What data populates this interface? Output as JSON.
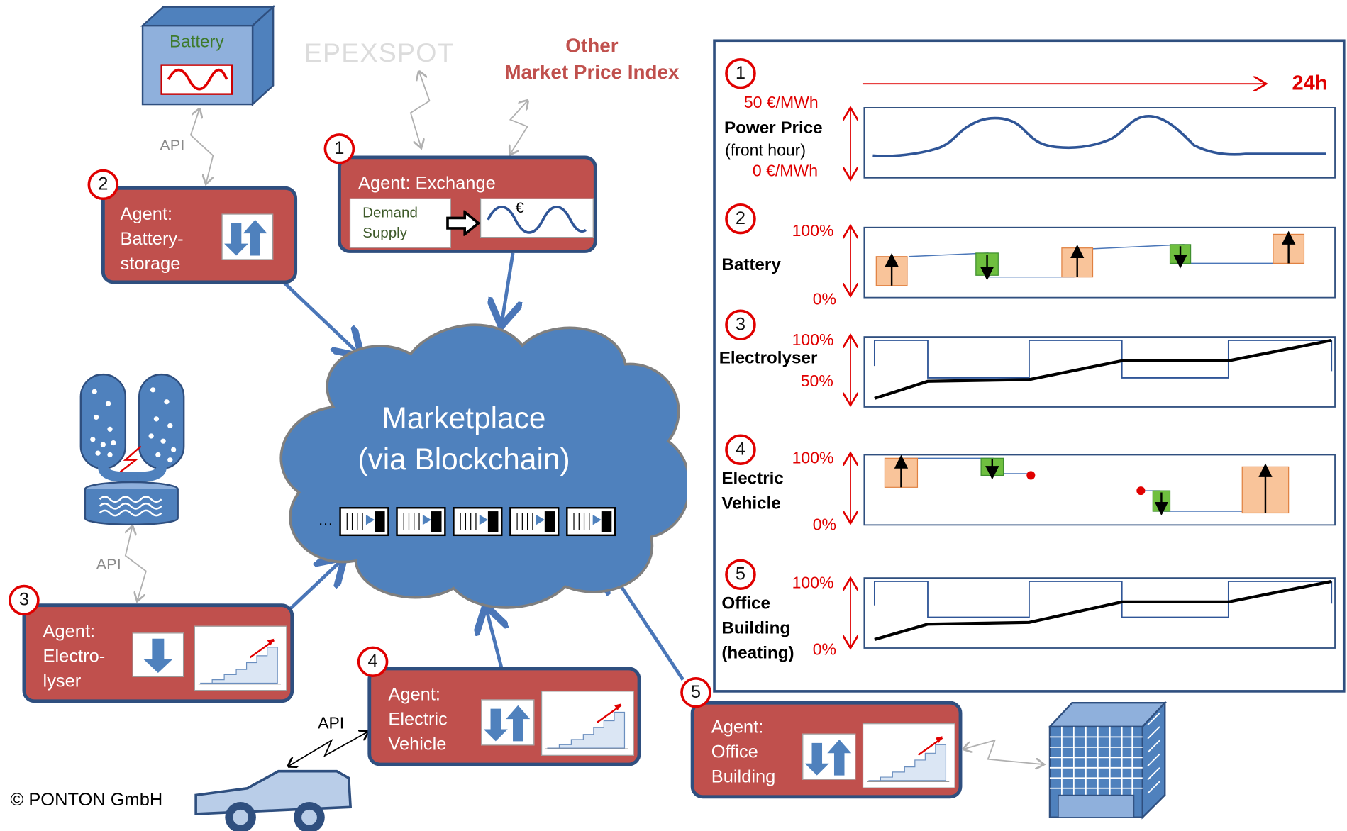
{
  "left": {
    "battery_device_label": "Battery",
    "epex_logo": "EPEXSPOT",
    "other_index": [
      "Other",
      "Market Price Index"
    ],
    "api_labels": [
      "API",
      "API",
      "API"
    ],
    "marketplace": [
      "Marketplace",
      "(via Blockchain)"
    ],
    "blockchain_ellipsis": "…",
    "copyright": "© PONTON GmbH",
    "agents": [
      {
        "num": "1",
        "lines": [
          "Agent: Exchange"
        ],
        "demand": "Demand",
        "supply": "Supply",
        "euro": "€"
      },
      {
        "num": "2",
        "lines": [
          "Agent:",
          "Battery-",
          "storage"
        ]
      },
      {
        "num": "3",
        "lines": [
          "Agent:",
          "Electro-",
          "lyser"
        ]
      },
      {
        "num": "4",
        "lines": [
          "Agent:",
          "Electric",
          "Vehicle"
        ]
      },
      {
        "num": "5",
        "lines": [
          "Agent:",
          "Office",
          "Building"
        ]
      }
    ]
  },
  "right": {
    "duration": "24h",
    "rows": [
      {
        "num": "1",
        "top_label": "50 €/MWh",
        "bottom_label": "0 €/MWh",
        "title": [
          "Power Price",
          "(front hour)"
        ]
      },
      {
        "num": "2",
        "top_label": "100%",
        "bottom_label": "0%",
        "title": [
          "Battery"
        ]
      },
      {
        "num": "3",
        "top_label": "100%",
        "bottom_label": "50%",
        "title": [
          "Electrolyser"
        ]
      },
      {
        "num": "4",
        "top_label": "100%",
        "bottom_label": "0%",
        "title": [
          "Electric",
          "Vehicle"
        ]
      },
      {
        "num": "5",
        "top_label": "100%",
        "bottom_label": "0%",
        "title": [
          "Office",
          "Building",
          "(heating)"
        ]
      }
    ]
  },
  "colors": {
    "agent_fill": "#c0504d",
    "agent_border": "#2f4f7f",
    "cloud": "#4f81bd",
    "badge_red": "#e00000",
    "charge": "#f9c49a",
    "discharge": "#6fbf3f",
    "line_blue": "#2f5597"
  }
}
